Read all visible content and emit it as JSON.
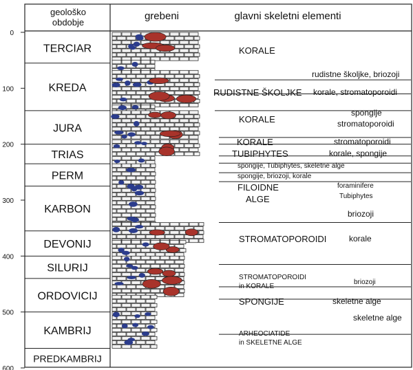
{
  "header": {
    "col1_line1": "geološko",
    "col1_line2": "obdobje",
    "col2": "grebeni",
    "col3": "glavni skeletni elementi"
  },
  "axis_ticks": [
    "0",
    "100",
    "200",
    "300",
    "400",
    "500",
    "600"
  ],
  "periods": [
    {
      "name": "TERCIAR",
      "start": 0,
      "end": 55
    },
    {
      "name": "KREDA",
      "start": 55,
      "end": 140
    },
    {
      "name": "JURA",
      "start": 140,
      "end": 200
    },
    {
      "name": "TRIAS",
      "start": 200,
      "end": 235
    },
    {
      "name": "PERM",
      "start": 235,
      "end": 275
    },
    {
      "name": "KARBON",
      "start": 275,
      "end": 355
    },
    {
      "name": "DEVONIJ",
      "start": 355,
      "end": 400
    },
    {
      "name": "SILURIJ",
      "start": 400,
      "end": 440
    },
    {
      "name": "ORDOVICIJ",
      "start": 440,
      "end": 500
    },
    {
      "name": "KAMBRIJ",
      "start": 500,
      "end": 565
    },
    {
      "name": "PREDKAMBRIJ",
      "start": 565,
      "end": 600
    }
  ],
  "elements": {
    "terciar_main": "KORALE",
    "kreda_right1": "rudistne školjke, briozoji",
    "kreda_main": "RUDISTNE ŠKOLJKE",
    "kreda_right2": "korale, stromatoporoidi",
    "jura_main": "KORALE",
    "jura_right1": "spongije",
    "jura_right2": "stromatoporoidi",
    "trias_main1": "KORALE",
    "trias_right1": "stromatoporoidi",
    "trias_main2": "TUBIPHYTES",
    "trias_right2": "korale, spongije",
    "perm_line1": "spongije, Tubiphytes, skeletne alge",
    "perm_line2": "spongije, briozoji, korale",
    "karbon_main1": "FILOIDNE",
    "karbon_main2": "ALGE",
    "karbon_right1": "foraminifere",
    "karbon_right2": "Tubiphytes",
    "karbon_right3": "briozoji",
    "devonij_main": "STROMATOPOROIDI",
    "devonij_right": "korale",
    "ordovicij_main1": "STROMATOPOROIDI",
    "ordovicij_main2": "in KORALE",
    "ordovicij_right1": "briozoji",
    "ordovicij_main3": "SPONGIJE",
    "ordovicij_right2": "skeletne alge",
    "kambrij_right": "skeletne alge",
    "kambrij_main1": "ARHEOCIATIDE",
    "kambrij_main2": "in SKELETNE ALGE"
  },
  "colors": {
    "line": "#222222",
    "brick_fill": "#f1f1f1",
    "reef_red": "#a8332b",
    "reef_blue": "#2b3c8c",
    "reef_dark": "#1a1a1a"
  }
}
